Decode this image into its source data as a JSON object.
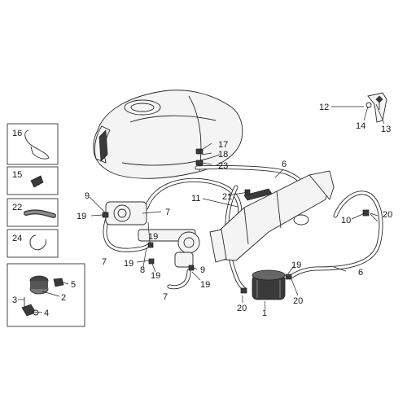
{
  "labels": {
    "l1": "1",
    "l2": "2",
    "l3": "3",
    "l4": "4",
    "l5": "5",
    "l6a": "6",
    "l6b": "6",
    "l7a": "7",
    "l7b": "7",
    "l7c": "7",
    "l8": "8",
    "l9a": "9",
    "l9b": "9",
    "l10": "10",
    "l11": "11",
    "l12": "12",
    "l13": "13",
    "l14": "14",
    "l15": "15",
    "l16": "16",
    "l17": "17",
    "l18": "18",
    "l19a": "19",
    "l19b": "19",
    "l19c": "19",
    "l19d": "19",
    "l19e": "19",
    "l19f": "19",
    "l20a": "20",
    "l20b": "20",
    "l20c": "20",
    "l21": "21",
    "l22": "22",
    "l23": "23",
    "l24": "24"
  }
}
